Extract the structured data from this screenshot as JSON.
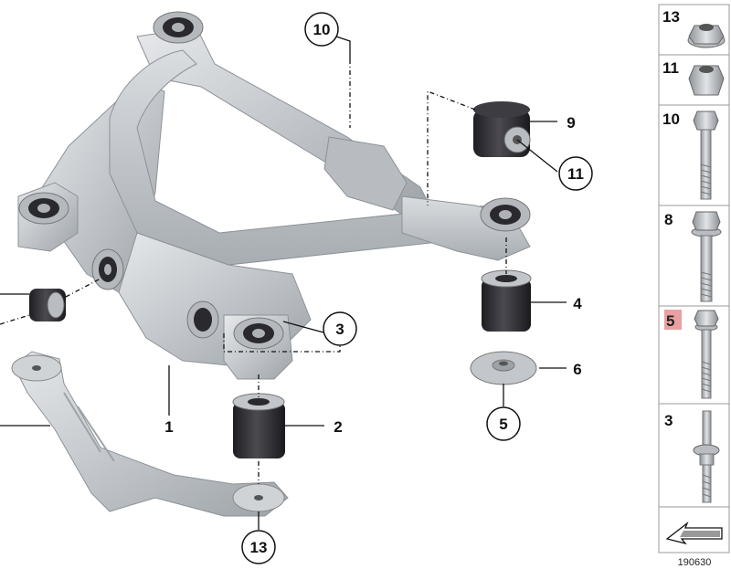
{
  "callouts": {
    "c10": "10",
    "c9": "9",
    "c11": "11",
    "c4": "4",
    "c6": "6",
    "c5": "5",
    "c3": "3",
    "c2": "2",
    "c1": "1",
    "c13": "13"
  },
  "sidebar": {
    "items": [
      {
        "number": "13",
        "icon": "flange-nut-icon"
      },
      {
        "number": "11",
        "icon": "hex-nut-icon"
      },
      {
        "number": "10",
        "icon": "hex-bolt-icon"
      },
      {
        "number": "8",
        "icon": "flange-bolt-icon"
      },
      {
        "number": "5",
        "icon": "stud-bolt-icon",
        "highlight_color": "#e8a0a0"
      },
      {
        "number": "3",
        "icon": "stud-icon"
      }
    ],
    "arrow_icon": "pointer-arrow-icon"
  },
  "reference_number": "190630",
  "colors": {
    "metal": "#c9cdd1",
    "rubber": "#2b2b2f",
    "highlight": "#e8a0a0"
  }
}
